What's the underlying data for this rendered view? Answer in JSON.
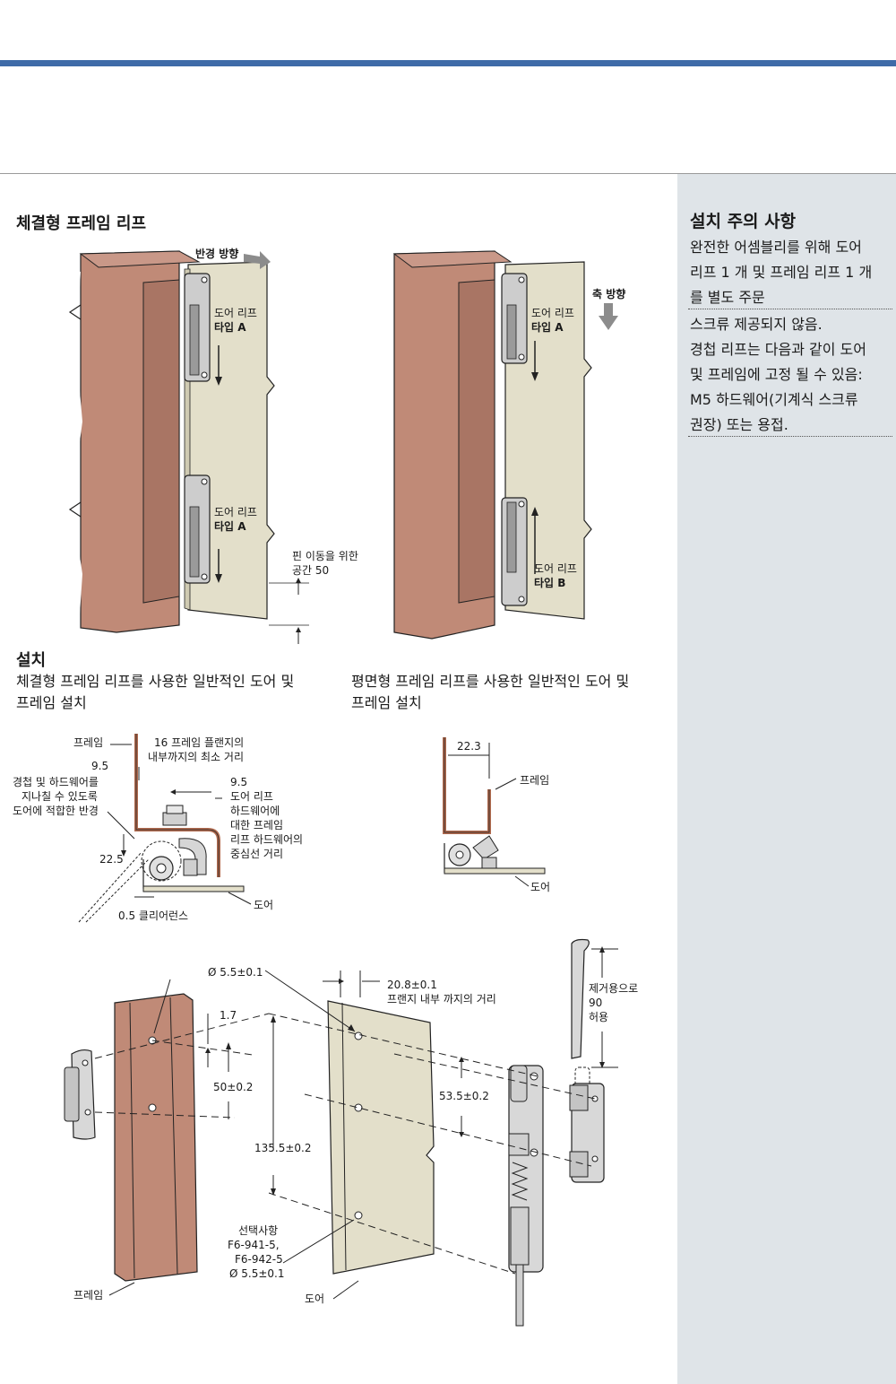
{
  "sidebar": {
    "title": "설치 주의 사항",
    "note1": [
      "완전한 어셈블리를 위해 도어",
      "리프 1 개 및 프레임 리프 1 개",
      "를 별도 주문"
    ],
    "note2": [
      "스크류 제공되지 않음.",
      "경첩 리프는 다음과 같이 도어",
      "및 프레임에 고정 될 수 있음:",
      "M5 하드웨어(기계식 스크류",
      "권장) 또는 용접."
    ]
  },
  "section1": {
    "title": "체결형 프레임 리프"
  },
  "fig1": {
    "direction": "반경 방향",
    "leaf_top": [
      "도어 리프",
      "타입 A"
    ],
    "leaf_bottom": [
      "도어 리프",
      "타입 A"
    ],
    "pin_space": [
      "핀 이동을 위한",
      "공간 50"
    ]
  },
  "fig2": {
    "direction": "축 방향",
    "leaf_top": [
      "도어 리프",
      "타입 A"
    ],
    "leaf_bottom": [
      "도어 리프",
      "타입 B"
    ]
  },
  "section2": {
    "title": "설치",
    "caption_left": [
      "체결형 프레임 리프를 사용한 일반적인 도어 및",
      "프레임 설치"
    ],
    "caption_right": [
      "평면형 프레임 리프를 사용한 일반적인 도어 및",
      "프레임 설치"
    ]
  },
  "fig3": {
    "frame": "프레임",
    "flange_dist": [
      "16 프레임 플랜지의",
      "내부까지의 최소 거리"
    ],
    "dim_9_5_a": "9.5",
    "swing": [
      "경첩 및 하드웨어를",
      "지나칠 수 있도록",
      "도어에 적합한 반경"
    ],
    "dim_9_5_b": "9.5",
    "centerline": [
      "도어 리프",
      "하드웨어에",
      "대한 프레임",
      "리프 하드웨어의",
      "중심선 거리"
    ],
    "dim_22_5": "22.5",
    "clearance": "0.5 클리어런스",
    "door": "도어"
  },
  "fig4": {
    "dim_22_3": "22.3",
    "frame": "프레임",
    "door": "도어"
  },
  "fig5": {
    "hole_dia": "Ø 5.5±0.1",
    "dim_20_8": [
      "20.8±0.1",
      "프랜지 내부 까지의 거리"
    ],
    "dim_1_7": "1.7",
    "dim_50": "50±0.2",
    "dim_53_5": "53.5±0.2",
    "dim_135_5": "135.5±0.2",
    "removal": [
      "제거용으로",
      "90",
      "허용"
    ],
    "optional": [
      "선택사항",
      "F6-941-5,",
      "F6-942-5",
      "Ø 5.5±0.1"
    ],
    "frame": "프레임",
    "door": "도어"
  },
  "colors": {
    "accent": "#3f6ba8",
    "sidebar": "#dfe4e8",
    "frame": "#c08a77",
    "door": "#e3dfca",
    "arrow": "#8c8c8c"
  }
}
